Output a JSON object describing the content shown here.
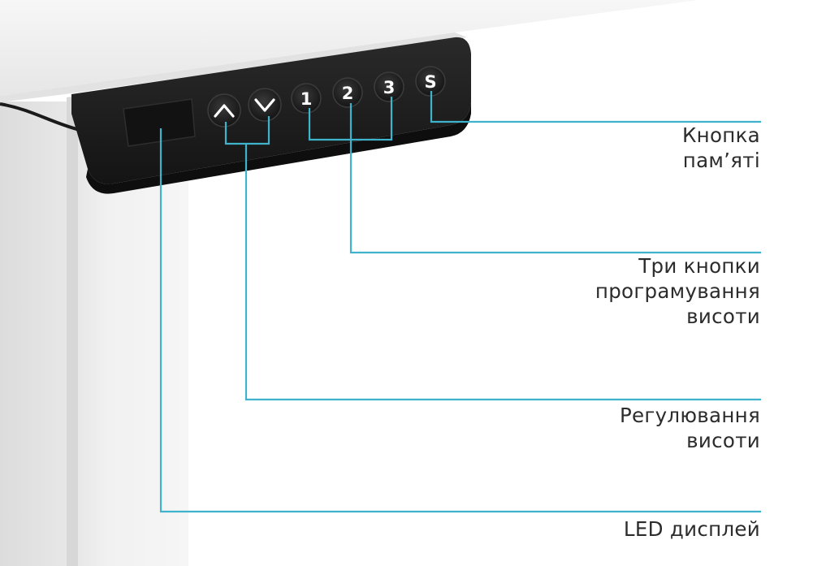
{
  "controller": {
    "buttons": {
      "up": {
        "icon": "chevron-up-icon"
      },
      "down": {
        "icon": "chevron-down-icon"
      },
      "preset_1": "1",
      "preset_2": "2",
      "preset_3": "3",
      "save": "S"
    }
  },
  "callouts": {
    "memory_button": [
      "Кнопка",
      "пам’яті"
    ],
    "preset_buttons": [
      "Три кнопки",
      "програмування",
      "висоти"
    ],
    "height_adjust": [
      "Регулювання",
      "висоти"
    ],
    "led_display": [
      "LED дисплей"
    ]
  },
  "colors": {
    "callout_line": "#3fb3cc",
    "panel": "#1c1c1c",
    "button": "#232323",
    "label_text": "#2c2c2c"
  }
}
